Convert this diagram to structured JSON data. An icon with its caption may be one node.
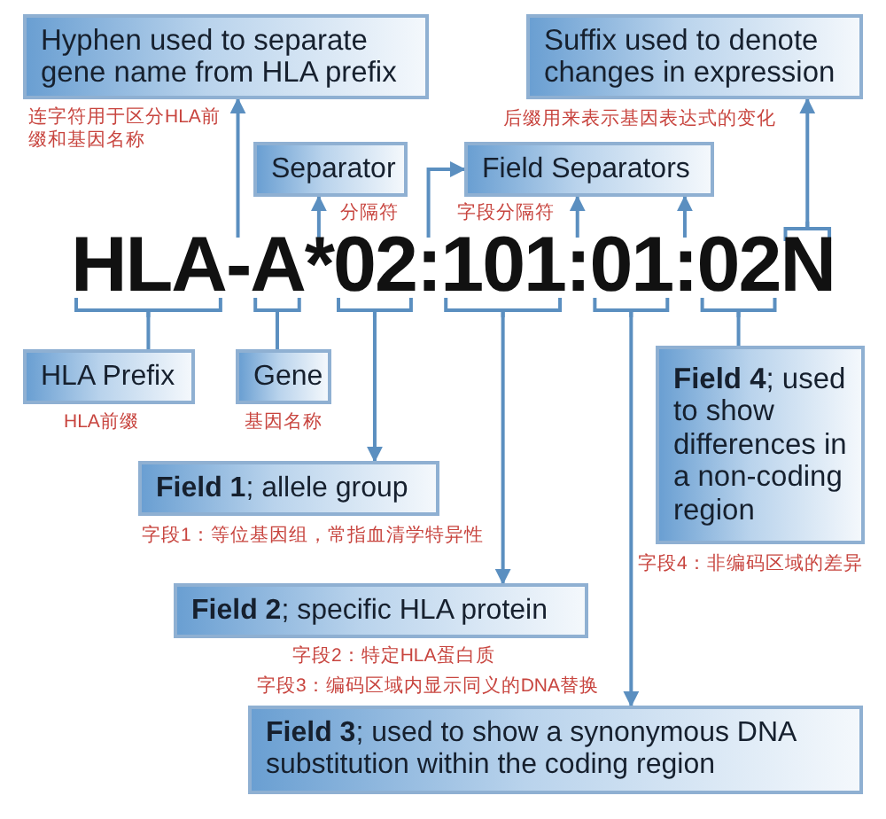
{
  "diagram": {
    "nodes": [
      {
        "text": [
          "Hyphen used to separate gene name from HLA prefix"
        ],
        "beside": [
          "连字符用于区分HLA前缀和基因名称"
        ]
      },
      {
        "text": [
          "Suffix used to denote changes in expression"
        ],
        "beside": [
          "后缀用来表示基因表达式的变化"
        ]
      },
      {
        "text": [
          "Separator"
        ],
        "beside": [
          "分隔符"
        ]
      },
      {
        "text": [
          "Field Separators"
        ],
        "beside": [
          "字段分隔符"
        ]
      },
      {
        "text": [
          "HLA"
        ]
      },
      {
        "text": [
          "-"
        ]
      },
      {
        "text": [
          "A"
        ]
      },
      {
        "text": [
          "*"
        ]
      },
      {
        "text": [
          "02"
        ]
      },
      {
        "text": [
          ":"
        ]
      },
      {
        "text": [
          "101"
        ]
      },
      {
        "text": [
          ":"
        ]
      },
      {
        "text": [
          "01"
        ]
      },
      {
        "text": [
          ":"
        ]
      },
      {
        "text": [
          "02"
        ]
      },
      {
        "text": [
          "N"
        ]
      },
      {
        "text": [
          "HLA Prefix"
        ],
        "beside": [
          "HLA前缀"
        ]
      },
      {
        "text": [
          "Gene"
        ],
        "beside": [
          "基因名称"
        ]
      },
      {
        "text": [
          "**Field 1**; allele group"
        ],
        "beside": [
          "字段1：等位基因组，常指血清学特异性"
        ]
      },
      {
        "text": [
          "**Field 4**; used to show differences in a non-coding region"
        ],
        "beside": [
          "字段4：非编码区域的差异"
        ]
      },
      {
        "text": [
          "**Field 2**; specific HLA protein"
        ],
        "beside": [
          "字段2：特定HLA蛋白质"
        ]
      },
      {
        "text": [
          "**Field 3**; used to show a synonymous DNA substitution within the coding region"
        ],
        "beside": [
          "字段3：编码区域内显示同义的DNA替换"
        ]
      }
    ],
    "edges": [
      {
        "from": 5,
        "to": 0,
        "arrow": "to"
      },
      {
        "from": 7,
        "to": 2,
        "arrow": "to"
      },
      {
        "from": 9,
        "to": 3,
        "arrow": "to"
      },
      {
        "from": 11,
        "to": 3,
        "arrow": "to"
      },
      {
        "from": 13,
        "to": 3,
        "arrow": "to"
      },
      {
        "from": 15,
        "to": 1,
        "arrow": "to"
      },
      {
        "from": 4,
        "to": 16,
        "arrow": "none"
      },
      {
        "from": 6,
        "to": 17,
        "arrow": "none"
      },
      {
        "from": 8,
        "to": 18,
        "arrow": "to"
      },
      {
        "from": 10,
        "to": 20,
        "arrow": "to"
      },
      {
        "from": 12,
        "to": 21,
        "arrow": "to"
      },
      {
        "from": 14,
        "to": 19,
        "arrow": "none"
      }
    ]
  }
}
